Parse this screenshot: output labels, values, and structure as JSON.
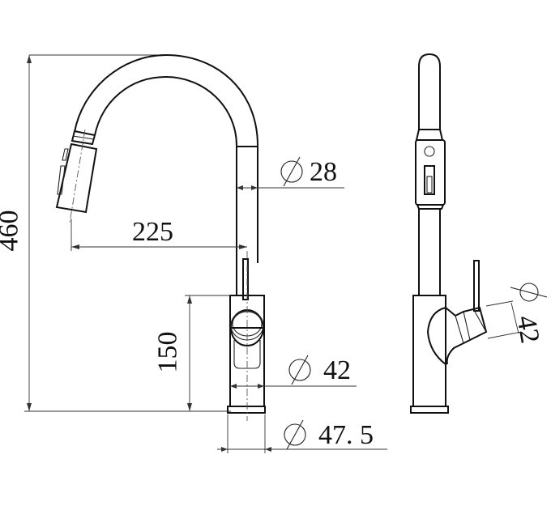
{
  "diagram": {
    "title": "Pull-down kitchen faucet dimension drawing",
    "views": [
      "front-view",
      "side-view"
    ],
    "units": "mm",
    "line_color": "#111111",
    "background": "#ffffff"
  },
  "dimensions": {
    "overall_height": {
      "label": "460",
      "value": 460
    },
    "spout_reach": {
      "label": "225",
      "value": 225
    },
    "body_height": {
      "label": "150",
      "value": 150
    },
    "spout_diameter": {
      "symbol": "⌀",
      "label": "28",
      "value": 28
    },
    "body_diameter": {
      "symbol": "⌀",
      "label": "42",
      "value": 42
    },
    "base_diameter": {
      "symbol": "⌀",
      "label": "47. 5",
      "value": 47.5
    },
    "handle_diameter_side": {
      "symbol": "⌀",
      "label": "42",
      "value": 42
    }
  }
}
